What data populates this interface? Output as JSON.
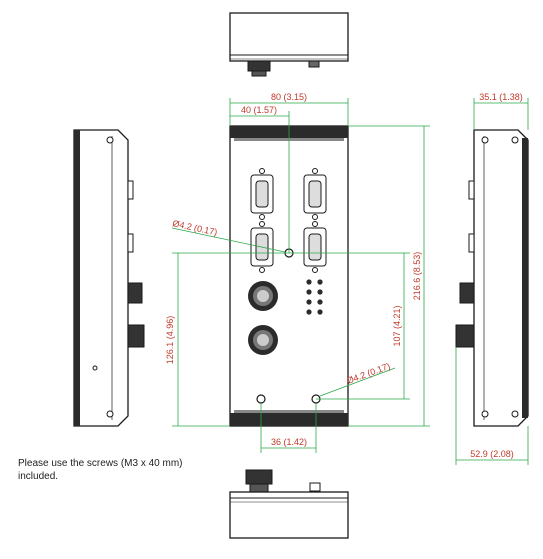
{
  "dimensions": {
    "width_total": "80 (3.15)",
    "width_half": "40 (1.57)",
    "depth_top": "35.1 (1.38)",
    "hole_dia_upper": "Ø4.2 (0.17)",
    "hole_dia_lower": "Ø4.2 (0.17)",
    "height_mount": "126.1 (4.96)",
    "height_inner": "107 (4.21)",
    "height_total": "216.6 (8.53)",
    "hole_spacing": "36 (1.42)",
    "depth_bottom": "52.9 (2.08)"
  },
  "note": {
    "line1": "Please use the screws (M3 x 40 mm)",
    "line2": "included."
  },
  "colors": {
    "dimension_line": "#2aa84a",
    "dimension_text": "#c0392b",
    "outline": "#1a1a1a",
    "body_fill": "#ffffff"
  }
}
